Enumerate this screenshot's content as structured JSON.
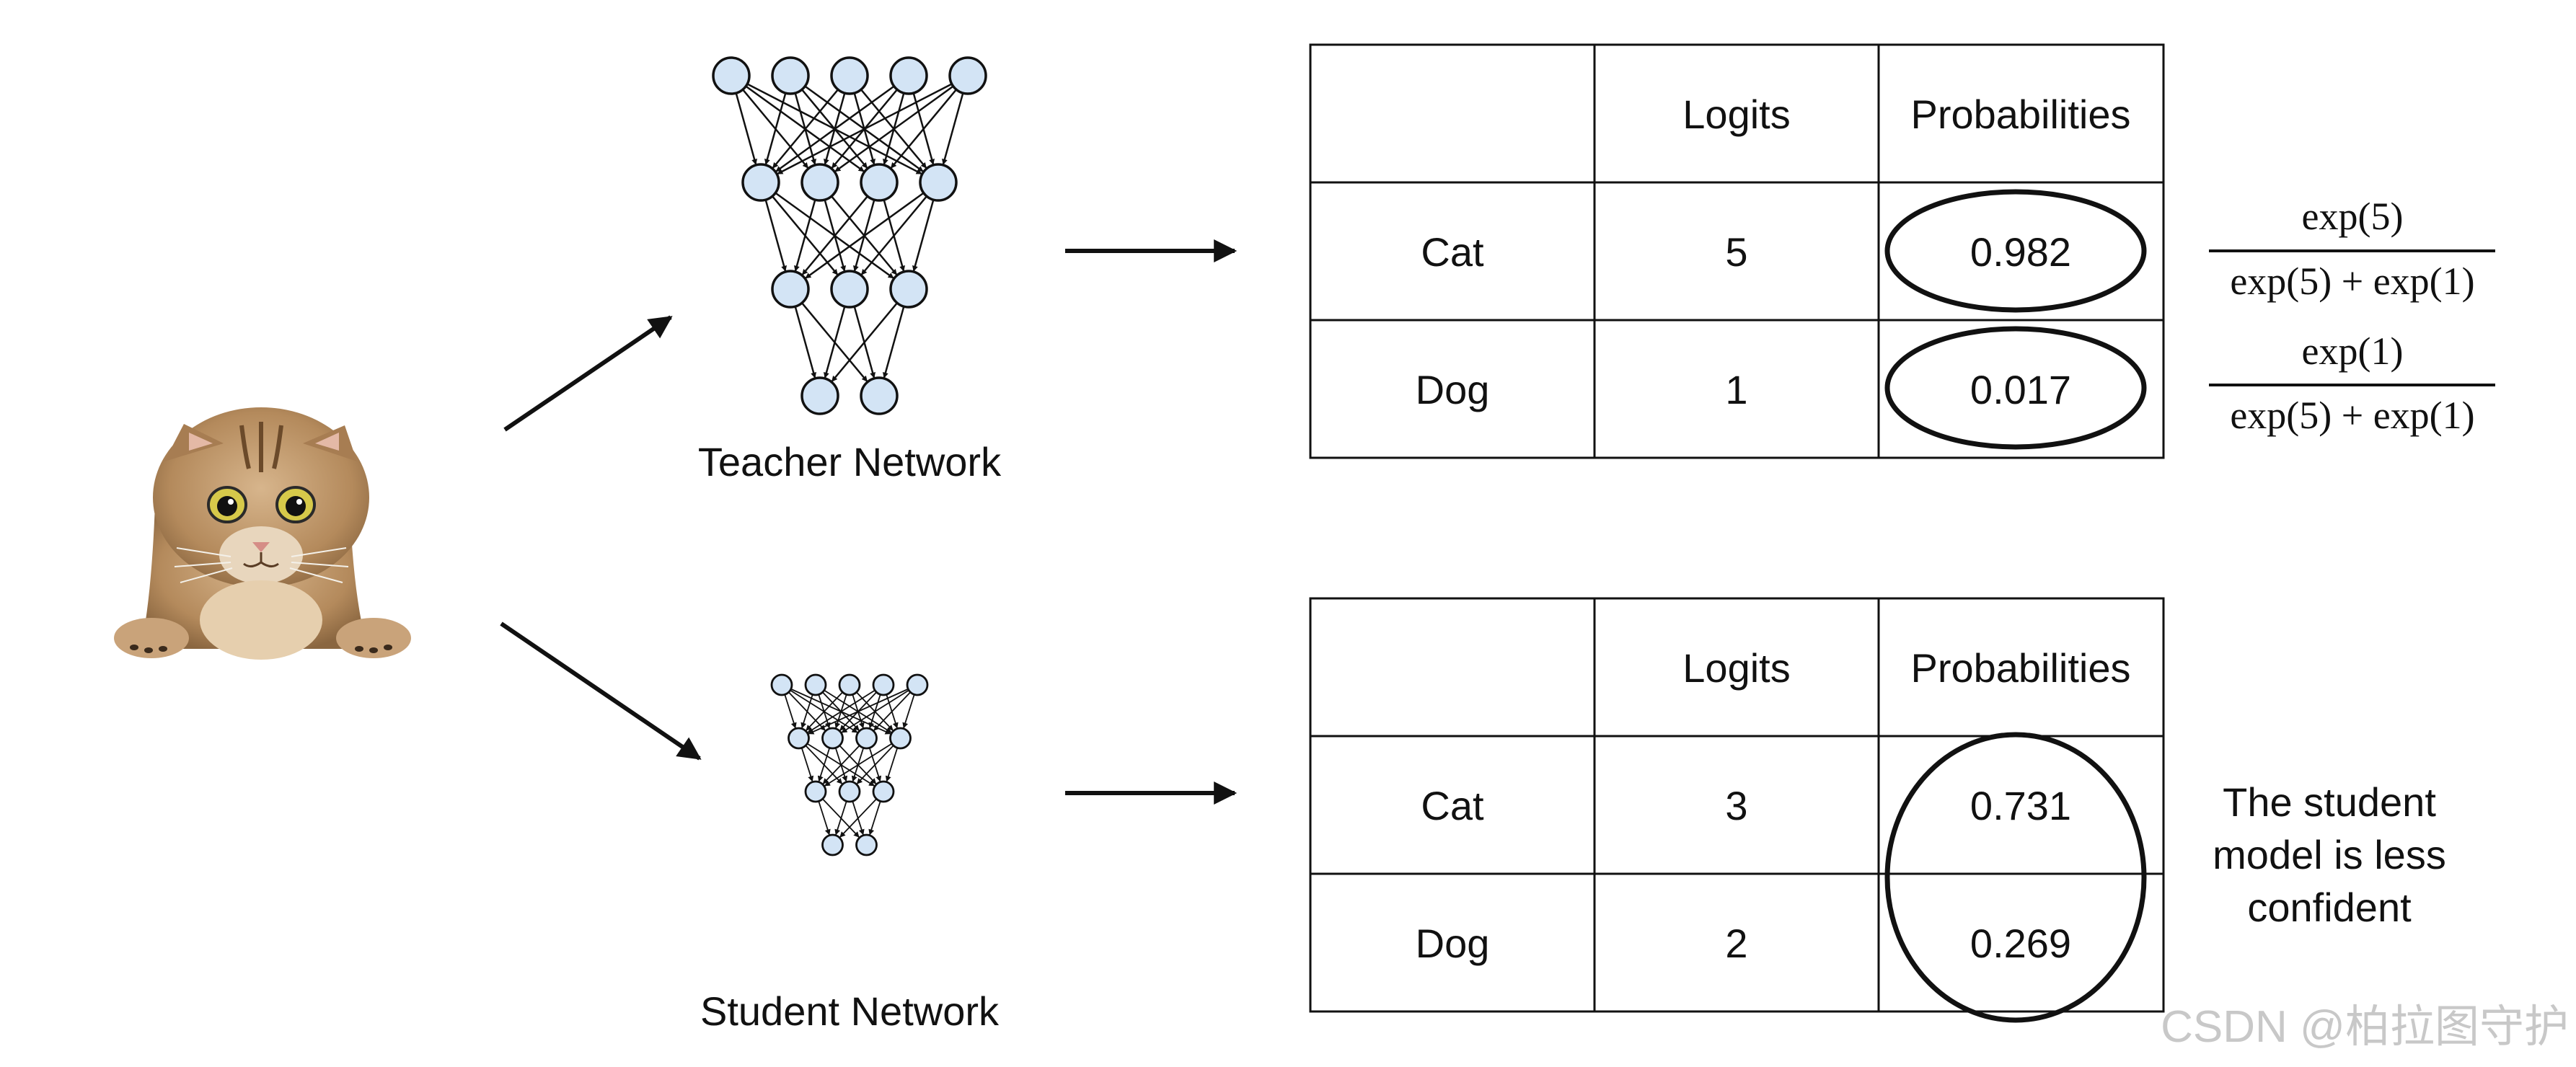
{
  "teacher": {
    "label": "Teacher Network",
    "layers": [
      5,
      4,
      3,
      2
    ]
  },
  "student": {
    "label": "Student Network",
    "layers": [
      5,
      4,
      3,
      2
    ]
  },
  "teacher_table": {
    "headers": [
      "",
      "Logits",
      "Probabilities"
    ],
    "rows": [
      {
        "label": "Cat",
        "logit": "5",
        "prob": "0.982"
      },
      {
        "label": "Dog",
        "logit": "1",
        "prob": "0.017"
      }
    ]
  },
  "student_table": {
    "headers": [
      "",
      "Logits",
      "Probabilities"
    ],
    "rows": [
      {
        "label": "Cat",
        "logit": "3",
        "prob": "0.731"
      },
      {
        "label": "Dog",
        "logit": "2",
        "prob": "0.269"
      }
    ]
  },
  "formulas": [
    {
      "num": "exp(5)",
      "den": "exp(5) + exp(1)"
    },
    {
      "num": "exp(1)",
      "den": "exp(5) + exp(1)"
    }
  ],
  "student_note": [
    "The student",
    "model is less",
    "confident"
  ],
  "watermark": "CSDN @柏拉图守护",
  "colors": {
    "node_fill": "#d3e4f5",
    "stroke": "#111111",
    "cat_fur": "#b48a5c"
  }
}
